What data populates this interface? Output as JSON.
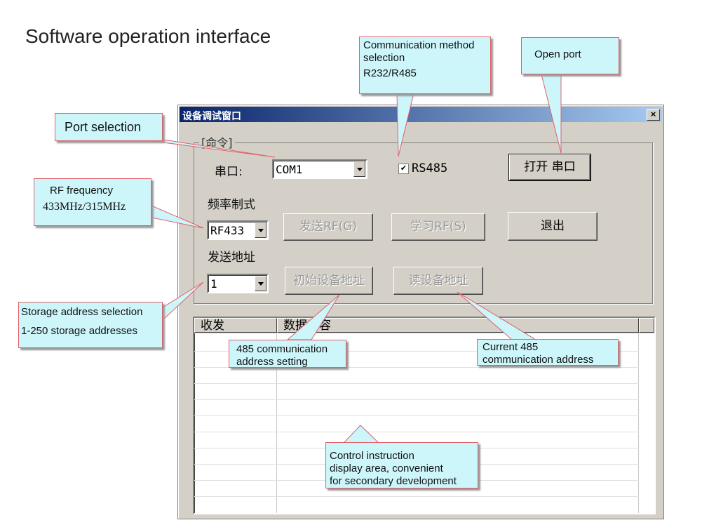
{
  "page_title": "Software operation interface",
  "window": {
    "title": "设备调试窗口",
    "close_label": "×",
    "group_title": "[命令]",
    "port_label": "串口:",
    "port_value": "COM1",
    "rs485_checked": true,
    "rs485_mark": "✔",
    "rs485_label": "RS485",
    "open_port_button": "打开 串口",
    "freq_label": "频率制式",
    "freq_value": "RF433",
    "send_rf_button": "发送RF(G)",
    "learn_rf_button": "学习RF(S)",
    "exit_button": "退出",
    "address_label": "发送地址",
    "address_value": "1",
    "init_address_button": "初始设备地址",
    "read_address_button": "读设备地址",
    "list_columns": [
      "收发",
      "数据内容"
    ]
  },
  "callouts": {
    "comm_method": [
      "Communication method",
      "selection",
      "R232/R485"
    ],
    "open_port": [
      "Open port"
    ],
    "port_selection": [
      "Port selection"
    ],
    "rf_frequency": [
      "RF frequency",
      "433MHz/315MHz"
    ],
    "storage_address": [
      "Storage address selection",
      "1-250 storage addresses"
    ],
    "address_setting": [
      "485 communication",
      "address setting"
    ],
    "current_address": [
      "Current 485",
      "communication address"
    ],
    "display_area": [
      "Control instruction",
      "display area, convenient",
      "for secondary development"
    ]
  },
  "colors": {
    "callout_fill": "#cdf6fb",
    "callout_border": "#e0606a",
    "titlebar": "#0a246a",
    "window_face": "#d4d0c8"
  }
}
